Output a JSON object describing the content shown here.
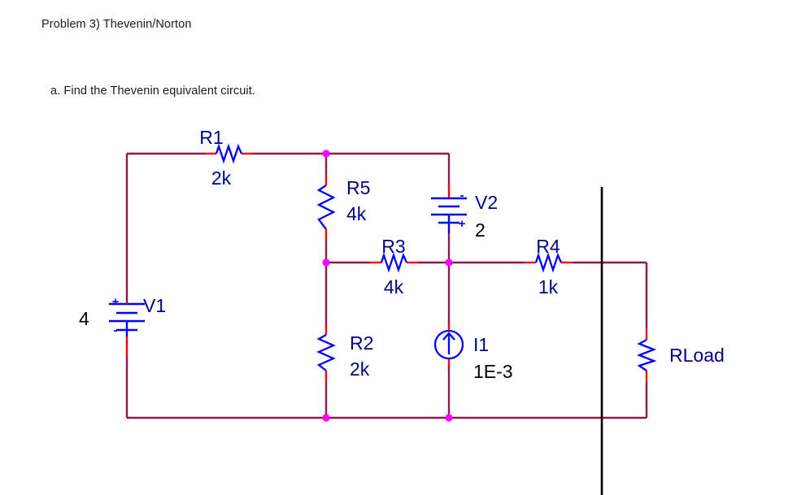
{
  "page": {
    "title": "Problem 3) Thevenin/Norton",
    "part_a": "a. Find the Thevenin equivalent circuit."
  },
  "colors": {
    "wire": "#8B1A4A",
    "lead": "#FF0000",
    "symbol": "#0000FF",
    "junction": "#FF00FF",
    "label": "#00008B",
    "value_black": "#000000",
    "separator": "#000000",
    "background": "#FFFFFF"
  },
  "schematic": {
    "name": "thevenin-norton-circuit",
    "components": [
      {
        "id": "R1",
        "type": "resistor",
        "orientation": "horizontal",
        "name": "R1",
        "value": "2k"
      },
      {
        "id": "R5",
        "type": "resistor",
        "orientation": "vertical",
        "name": "R5",
        "value": "4k"
      },
      {
        "id": "R3",
        "type": "resistor",
        "orientation": "horizontal",
        "name": "R3",
        "value": "4k"
      },
      {
        "id": "R2",
        "type": "resistor",
        "orientation": "vertical",
        "name": "R2",
        "value": "2k"
      },
      {
        "id": "R4",
        "type": "resistor",
        "orientation": "horizontal",
        "name": "R4",
        "value": "1k"
      },
      {
        "id": "RLoad",
        "type": "resistor",
        "orientation": "vertical",
        "name": "RLoad",
        "value": ""
      },
      {
        "id": "V1",
        "type": "voltage-source",
        "orientation": "vertical",
        "name": "V1",
        "value": "4",
        "plus": "+",
        "minus": "-"
      },
      {
        "id": "V2",
        "type": "voltage-source",
        "orientation": "vertical",
        "name": "V2",
        "value": "2",
        "plus": "+",
        "minus": "-"
      },
      {
        "id": "I1",
        "type": "current-source",
        "orientation": "vertical",
        "name": "I1",
        "value": "1E-3",
        "arrow": "up"
      }
    ],
    "labels": {
      "R1_name": "R1",
      "R1_value": "2k",
      "R5_name": "R5",
      "R5_value": "4k",
      "R3_name": "R3",
      "R3_value": "4k",
      "R2_name": "R2",
      "R2_value": "2k",
      "R4_name": "R4",
      "R4_value": "1k",
      "RLoad_name": "RLoad",
      "V1_name": "V1",
      "V1_value": "4",
      "V1_plus": "+",
      "V1_minus": "-",
      "V2_name": "V2",
      "V2_value": "2",
      "V2_plus": "+",
      "V2_minus": "-",
      "I1_name": "I1",
      "I1_value": "1E-3"
    },
    "junction_count": 6,
    "separator_line": "vertical-cut-line"
  }
}
